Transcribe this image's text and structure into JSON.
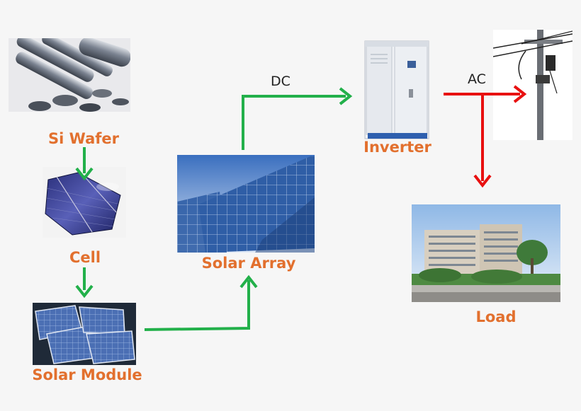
{
  "nodes": {
    "si_wafer": {
      "label": "Si Wafer",
      "icon": "silicon-ingots-wafers-photo"
    },
    "cell": {
      "label": "Cell",
      "icon": "solar-cell-photo"
    },
    "solar_module": {
      "label": "Solar Module",
      "icon": "solar-modules-photo"
    },
    "solar_array": {
      "label": "Solar Array",
      "icon": "solar-array-photo"
    },
    "inverter": {
      "label": "Inverter",
      "icon": "inverter-cabinet-photo"
    },
    "grid": {
      "icon": "utility-pole-photo"
    },
    "load": {
      "label": "Load",
      "icon": "buildings-photo"
    }
  },
  "edges": {
    "dc": "DC",
    "ac": "AC"
  },
  "colors": {
    "label": "#e2702e",
    "dc_arrow": "#22b04a",
    "ac_arrow": "#e81010"
  }
}
